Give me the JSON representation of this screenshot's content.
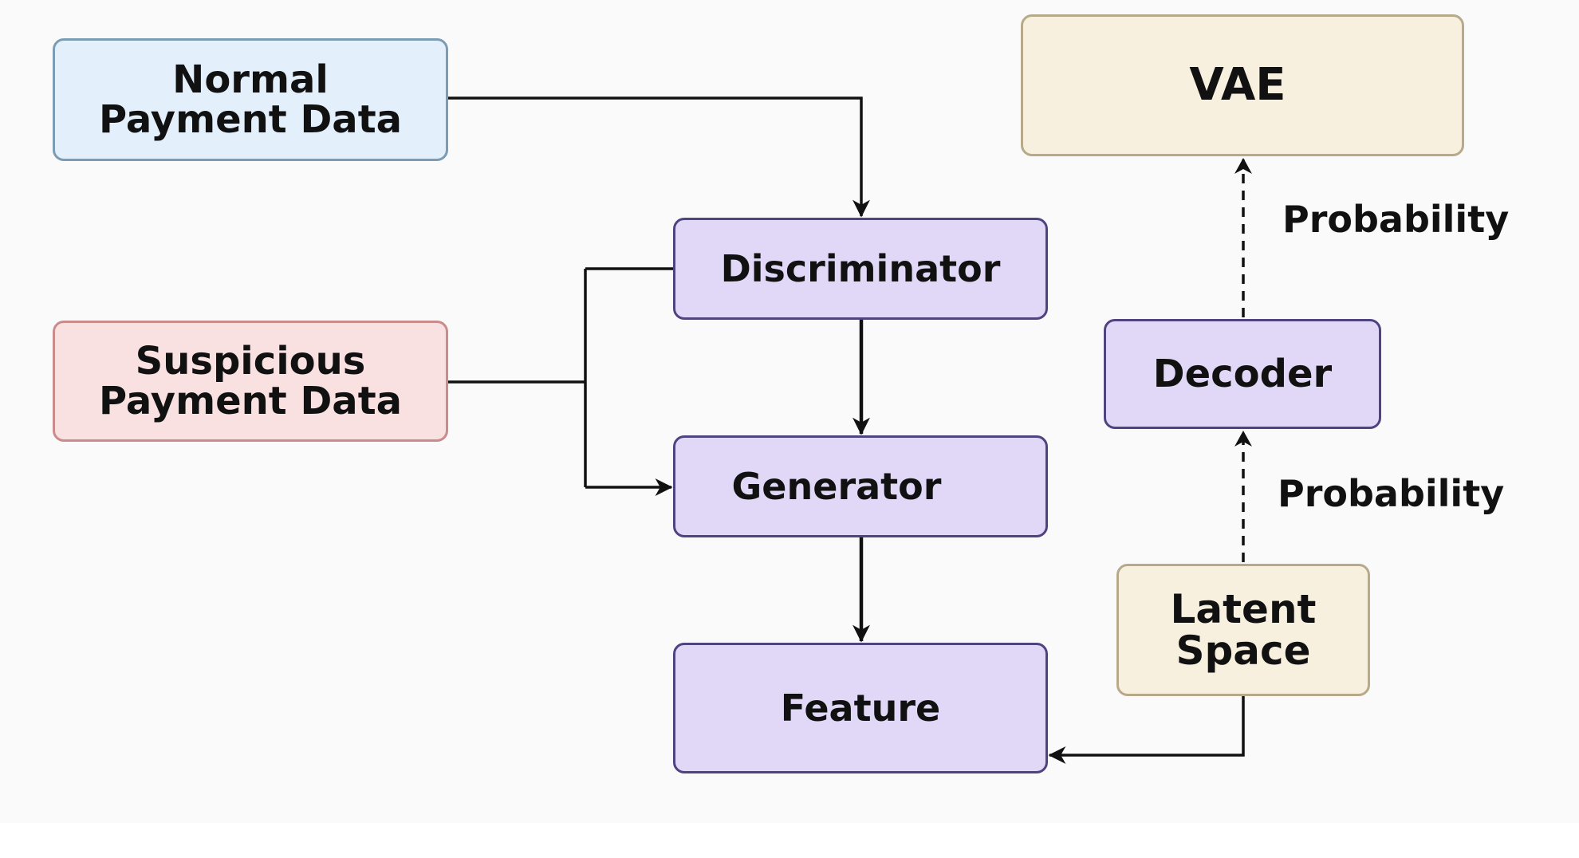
{
  "nodes": {
    "normal_payment_data": "Normal\nPayment Data",
    "suspicious_payment_data": "Suspicious\nPayment Data",
    "discriminator": "Discriminator",
    "generator": "Generator",
    "feature": "Feature",
    "vae": "VAE",
    "decoder": "Decoder",
    "latent_space": "Latent\nSpace"
  },
  "edge_labels": {
    "decoder_to_vae": "Probability",
    "latent_to_decoder": "Probability"
  },
  "edges": [
    {
      "from": "normal_payment_data",
      "to": "discriminator",
      "style": "solid"
    },
    {
      "from": "suspicious_payment_data",
      "to": "discriminator",
      "style": "solid"
    },
    {
      "from": "suspicious_payment_data",
      "to": "generator",
      "style": "solid"
    },
    {
      "from": "discriminator",
      "to": "generator",
      "style": "solid"
    },
    {
      "from": "generator",
      "to": "feature",
      "style": "solid"
    },
    {
      "from": "latent_space",
      "to": "feature",
      "style": "solid"
    },
    {
      "from": "latent_space",
      "to": "decoder",
      "style": "dashed"
    },
    {
      "from": "decoder",
      "to": "vae",
      "style": "dashed"
    }
  ],
  "colors": {
    "normal_fill": "#e3f0fb",
    "suspicious_fill": "#f9e1e1",
    "process_fill": "#e1d7f6",
    "latent_fill": "#f7f0df",
    "edge": "#111111"
  }
}
